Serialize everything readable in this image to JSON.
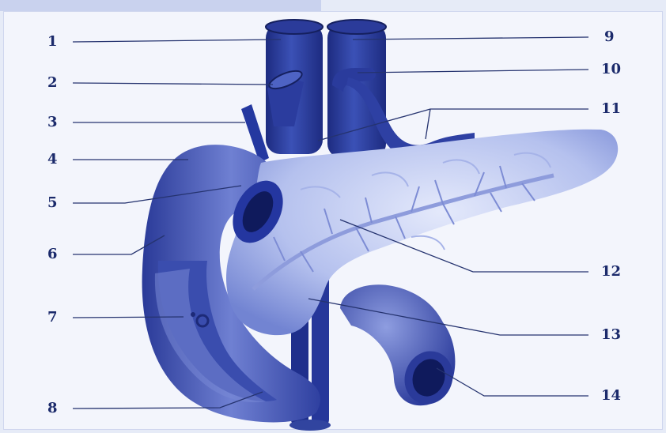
{
  "figure": {
    "colors": {
      "background": "#f3f5fc",
      "organ": "#3346a8",
      "organ_dark": "#1d2b80",
      "organ_light": "#c3cdf2",
      "leader_line": "#25336f",
      "label": "#1b2a6b"
    },
    "labels": [
      {
        "number": "1"
      },
      {
        "number": "2"
      },
      {
        "number": "3"
      },
      {
        "number": "4"
      },
      {
        "number": "5"
      },
      {
        "number": "6"
      },
      {
        "number": "7"
      },
      {
        "number": "8"
      },
      {
        "number": "9"
      },
      {
        "number": "10"
      },
      {
        "number": "11"
      },
      {
        "number": "12"
      },
      {
        "number": "13"
      },
      {
        "number": "14"
      }
    ]
  }
}
